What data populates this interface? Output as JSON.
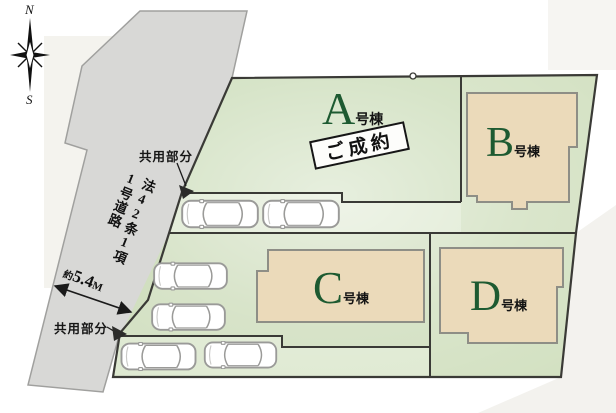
{
  "compass": {
    "north": "N",
    "south": "S"
  },
  "road": {
    "law_text_lines": [
      "法42条1項",
      "1号道路"
    ],
    "width_label": {
      "prefix": "約",
      "value": "5.4",
      "unit": "M"
    }
  },
  "annotations": {
    "common_area_1": "共用部分",
    "common_area_2": "共用部分"
  },
  "plots": [
    {
      "id": "A",
      "letter": "A",
      "suffix": "号棟",
      "status_stamp": "ご成約"
    },
    {
      "id": "B",
      "letter": "B",
      "suffix": "号棟"
    },
    {
      "id": "C",
      "letter": "C",
      "suffix": "号棟"
    },
    {
      "id": "D",
      "letter": "D",
      "suffix": "号棟"
    }
  ],
  "parking": {
    "car_count": 6
  },
  "colors": {
    "road_fill": "#d8d8d6",
    "road_stroke": "#a0a09e",
    "site_line": "#3a3a36",
    "plot_green_a": "#cfdfbe",
    "plot_green_b": "#d3e1c2",
    "plot_green_c": "#d1dfc0",
    "parking_strip_green": "#dee9d1",
    "building_fill": "#ebdaba",
    "building_stroke": "#8e8e86",
    "letter_green": "#1d5a31",
    "stamp_border": "#161616"
  }
}
